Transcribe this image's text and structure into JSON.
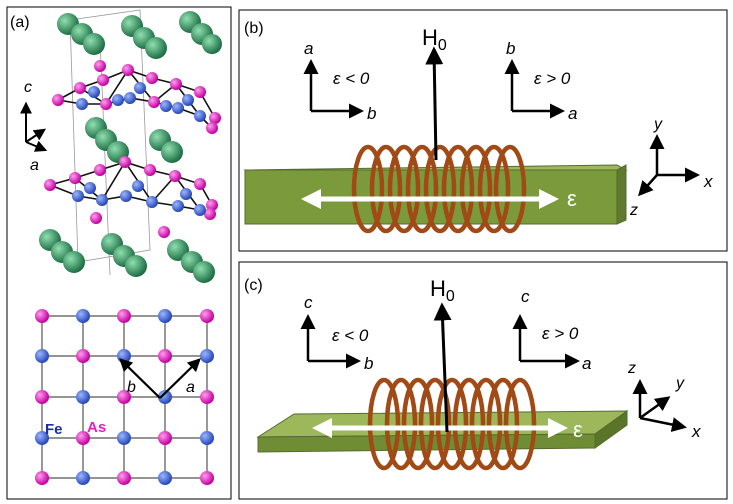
{
  "panels": {
    "a": {
      "label": "(a)",
      "axis_c": "c",
      "axis_a": "a",
      "lattice_b": "b",
      "lattice_a": "a",
      "fe_label": "Fe",
      "as_label": "As"
    },
    "b": {
      "label": "(b)",
      "field": "H",
      "field_sub": "0",
      "strain": "ε",
      "left_axes": {
        "vertical": "a",
        "horizontal": "b",
        "condition": "ε < 0"
      },
      "right_axes": {
        "vertical": "b",
        "horizontal": "a",
        "condition": "ε > 0"
      },
      "frame": {
        "x": "x",
        "y": "y",
        "z": "z"
      }
    },
    "c": {
      "label": "(c)",
      "field": "H",
      "field_sub": "0",
      "strain": "ε",
      "left_axes": {
        "vertical": "c",
        "horizontal": "b",
        "condition": "ε < 0"
      },
      "right_axes": {
        "vertical": "c",
        "horizontal": "a",
        "condition": "ε > 0"
      },
      "frame": {
        "x": "x",
        "y": "y",
        "z": "z"
      }
    }
  },
  "colors": {
    "fe": "#3a62d6",
    "as": "#e51fc7",
    "ba": "#2e8b57",
    "sample": "#7a9a3c",
    "coil": "#b0501a"
  }
}
